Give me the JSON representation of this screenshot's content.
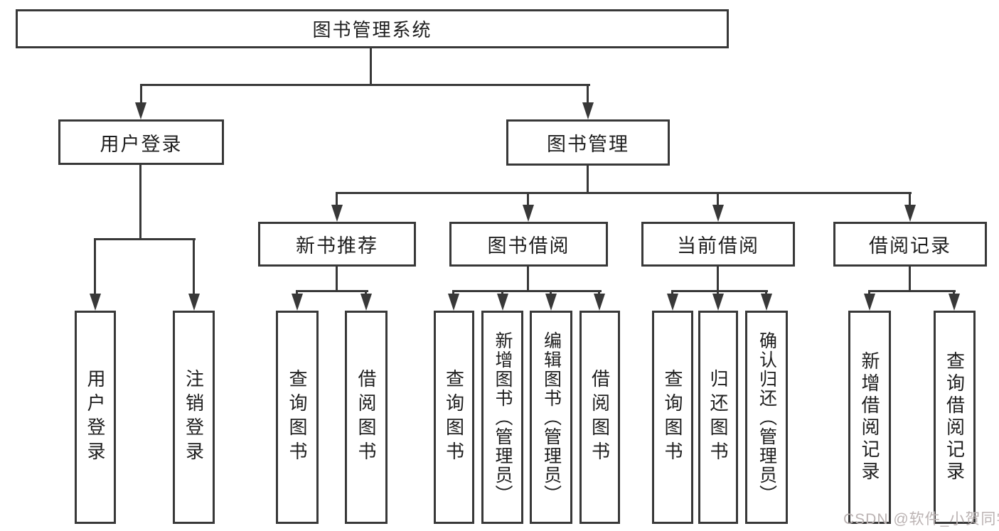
{
  "colors": {
    "line": "#383838",
    "text": "#1e1e1e",
    "watermark": "#bbb3b3",
    "bg": "#ffffff"
  },
  "nodes": {
    "root": {
      "label": "图书管理系统"
    },
    "user_login": {
      "label": "用户登录"
    },
    "book_mgmt": {
      "label": "图书管理"
    },
    "new_book_rec": {
      "label": "新书推荐"
    },
    "book_borrow": {
      "label": "图书借阅"
    },
    "current_borrow": {
      "label": "当前借阅"
    },
    "borrow_records": {
      "label": "借阅记录"
    },
    "login": {
      "label": "用户登录"
    },
    "logout": {
      "label": "注销登录"
    },
    "rec_query_book": {
      "label": "查询图书"
    },
    "rec_borrow_book": {
      "label": "借阅图书"
    },
    "bb_query_book": {
      "label": "查询图书"
    },
    "bb_add_book": {
      "label": "新增图书（管理员）"
    },
    "bb_edit_book": {
      "label": "编辑图书（管理员）"
    },
    "bb_borrow_book": {
      "label": "借阅图书"
    },
    "cb_query_book": {
      "label": "查询图书"
    },
    "cb_return_book": {
      "label": "归还图书"
    },
    "cb_confirm_return": {
      "label": "确认归还（管理员）"
    },
    "br_add_record": {
      "label": "新增借阅记录"
    },
    "br_query_record": {
      "label": "查询借阅记录"
    }
  },
  "watermark": "CSDN @软件_小贺同学"
}
